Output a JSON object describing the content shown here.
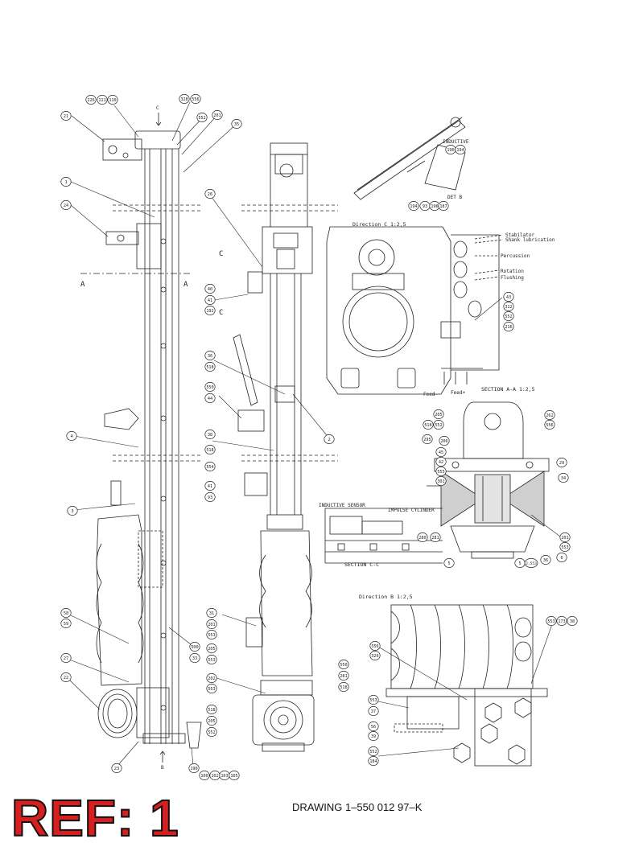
{
  "ref_label": "REF: 1",
  "drawing_number": "DRAWING 1–550 012 97–K",
  "views": {
    "direction_c": "Direction C 1:2,5",
    "section_a": "SECTION A-A 1:2,5",
    "section_c": "SECTION C-C",
    "direction_b": "Direction B 1:2,5",
    "inductive_top": "INDUCTIVE",
    "det_b": "DET B",
    "inductive_sensor": "INDUCTIVE SENSOR",
    "impulse_cylinder": "IMPULSE CYLINDER",
    "section_marker_a": "A",
    "section_marker_c": "C",
    "dir_c_top": "C",
    "dir_b_bottom": "B"
  },
  "side_labels": {
    "stabilator": "Stabilator",
    "shank_lubrication": "Shank lubrication",
    "percussion": "Percussion",
    "rotation": "Rotation",
    "flushing": "Flushing",
    "feed_minus": "Feed-",
    "feed_plus": "Feed+"
  },
  "callouts": [
    {
      "id": "c226",
      "t": "226"
    },
    {
      "id": "c111",
      "t": "111"
    },
    {
      "id": "c110",
      "t": "110"
    },
    {
      "id": "c328",
      "t": "328"
    },
    {
      "id": "c556a",
      "t": "556"
    },
    {
      "id": "c21",
      "t": "21"
    },
    {
      "id": "c552",
      "t": "552"
    },
    {
      "id": "c201a",
      "t": "201"
    },
    {
      "id": "c35a",
      "t": "35"
    },
    {
      "id": "c1",
      "t": "1"
    },
    {
      "id": "c24",
      "t": "24"
    },
    {
      "id": "c26",
      "t": "26"
    },
    {
      "id": "c40a",
      "t": "40"
    },
    {
      "id": "c41a",
      "t": "41"
    },
    {
      "id": "c192",
      "t": "192"
    },
    {
      "id": "c36",
      "t": "36"
    },
    {
      "id": "c518a",
      "t": "518"
    },
    {
      "id": "c550",
      "t": "550"
    },
    {
      "id": "c44",
      "t": "44"
    },
    {
      "id": "c2",
      "t": "2"
    },
    {
      "id": "c4",
      "t": "4"
    },
    {
      "id": "c38",
      "t": "38"
    },
    {
      "id": "c518b",
      "t": "518"
    },
    {
      "id": "c554",
      "t": "554"
    },
    {
      "id": "c41b",
      "t": "41"
    },
    {
      "id": "c93",
      "t": "93"
    },
    {
      "id": "c3",
      "t": "3"
    },
    {
      "id": "c190a",
      "t": "190"
    },
    {
      "id": "c194a",
      "t": "194"
    },
    {
      "id": "c194b",
      "t": "194"
    },
    {
      "id": "c93b",
      "t": "93"
    },
    {
      "id": "c196",
      "t": "196"
    },
    {
      "id": "c187",
      "t": "187"
    },
    {
      "id": "c43",
      "t": "43"
    },
    {
      "id": "c312",
      "t": "312"
    },
    {
      "id": "c552b",
      "t": "552"
    },
    {
      "id": "c216",
      "t": "216"
    },
    {
      "id": "c205a",
      "t": "205"
    },
    {
      "id": "c518c",
      "t": "518"
    },
    {
      "id": "c552c",
      "t": "552"
    },
    {
      "id": "c295",
      "t": "295"
    },
    {
      "id": "c206",
      "t": "206"
    },
    {
      "id": "c262",
      "t": "262"
    },
    {
      "id": "c556b",
      "t": "556"
    },
    {
      "id": "c45",
      "t": "45"
    },
    {
      "id": "c42",
      "t": "42"
    },
    {
      "id": "c555",
      "t": "555"
    },
    {
      "id": "c301",
      "t": "301"
    },
    {
      "id": "c29",
      "t": "29"
    },
    {
      "id": "c34",
      "t": "34"
    },
    {
      "id": "c280",
      "t": "280"
    },
    {
      "id": "c281",
      "t": "281"
    },
    {
      "id": "c201b",
      "t": "201"
    },
    {
      "id": "c553a",
      "t": "553"
    },
    {
      "id": "c6",
      "t": "6"
    },
    {
      "id": "c5",
      "t": "5"
    },
    {
      "id": "c36b",
      "t": "36"
    },
    {
      "id": "c5b",
      "t": "5"
    },
    {
      "id": "c2553",
      "t": "2,553"
    },
    {
      "id": "c58",
      "t": "58"
    },
    {
      "id": "c59",
      "t": "59"
    },
    {
      "id": "c31",
      "t": "31"
    },
    {
      "id": "c201c",
      "t": "201"
    },
    {
      "id": "c553b",
      "t": "553"
    },
    {
      "id": "c500",
      "t": "500"
    },
    {
      "id": "c33",
      "t": "33"
    },
    {
      "id": "c205b",
      "t": "205"
    },
    {
      "id": "c553c",
      "t": "553"
    },
    {
      "id": "c27",
      "t": "27"
    },
    {
      "id": "c22",
      "t": "22"
    },
    {
      "id": "c202",
      "t": "202"
    },
    {
      "id": "c553d",
      "t": "553"
    },
    {
      "id": "c518d",
      "t": "518"
    },
    {
      "id": "c205c",
      "t": "205"
    },
    {
      "id": "c552d",
      "t": "552"
    },
    {
      "id": "c550b",
      "t": "550"
    },
    {
      "id": "c281b",
      "t": "281"
    },
    {
      "id": "c518e",
      "t": "518"
    },
    {
      "id": "c23",
      "t": "23"
    },
    {
      "id": "c190b",
      "t": "190"
    },
    {
      "id": "c100",
      "t": "100"
    },
    {
      "id": "c102",
      "t": "102"
    },
    {
      "id": "c103",
      "t": "103"
    },
    {
      "id": "c105",
      "t": "105"
    },
    {
      "id": "c556c",
      "t": "556"
    },
    {
      "id": "c326",
      "t": "326"
    },
    {
      "id": "c553e",
      "t": "553"
    },
    {
      "id": "c37",
      "t": "37"
    },
    {
      "id": "c56",
      "t": "56"
    },
    {
      "id": "c39",
      "t": "39"
    },
    {
      "id": "c552e",
      "t": "552"
    },
    {
      "id": "c184",
      "t": "184"
    },
    {
      "id": "c553f",
      "t": "553"
    },
    {
      "id": "c173",
      "t": "173"
    },
    {
      "id": "c38b",
      "t": "38"
    }
  ]
}
